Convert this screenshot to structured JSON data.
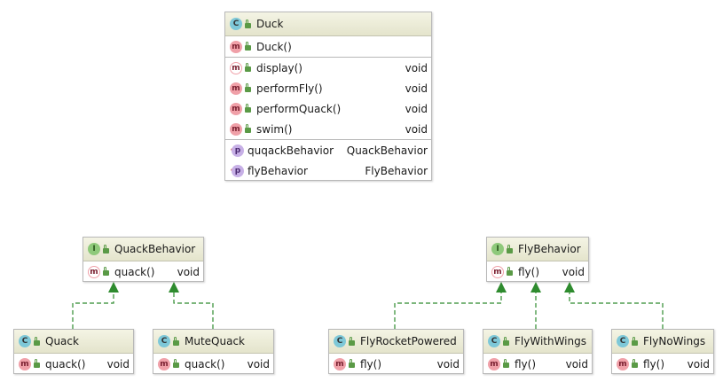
{
  "duck": {
    "name": "Duck",
    "constructor": "Duck()",
    "methods": [
      {
        "name": "display()",
        "type": "void"
      },
      {
        "name": "performFly()",
        "type": "void"
      },
      {
        "name": "performQuack()",
        "type": "void"
      },
      {
        "name": "swim()",
        "type": "void"
      }
    ],
    "fields": [
      {
        "name": "quqackBehavior",
        "type": "QuackBehavior"
      },
      {
        "name": "flyBehavior",
        "type": "FlyBehavior"
      }
    ]
  },
  "quack_behavior": {
    "name": "QuackBehavior",
    "method": "quack()",
    "type": "void"
  },
  "fly_behavior": {
    "name": "FlyBehavior",
    "method": "fly()",
    "type": "void"
  },
  "quack": {
    "name": "Quack",
    "method": "quack()",
    "type": "void"
  },
  "mute_quack": {
    "name": "MuteQuack",
    "method": "quack()",
    "type": "void"
  },
  "fly_rocket_powered": {
    "name": "FlyRocketPowered",
    "method": "fly()",
    "type": "void"
  },
  "fly_with_wings": {
    "name": "FlyWithWings",
    "method": "fly()",
    "type": "void"
  },
  "fly_no_wings": {
    "name": "FlyNoWings",
    "method": "fly()",
    "type": "void"
  },
  "icons": {
    "class": "C",
    "interface": "I",
    "method": "m",
    "property": "p"
  },
  "colors": {
    "class_icon": "#7ec8d8",
    "interface_icon": "#8ec97a",
    "method_icon": "#f0a0a8",
    "property_icon": "#c7b0e6",
    "arrow": "#2e8b2e"
  }
}
